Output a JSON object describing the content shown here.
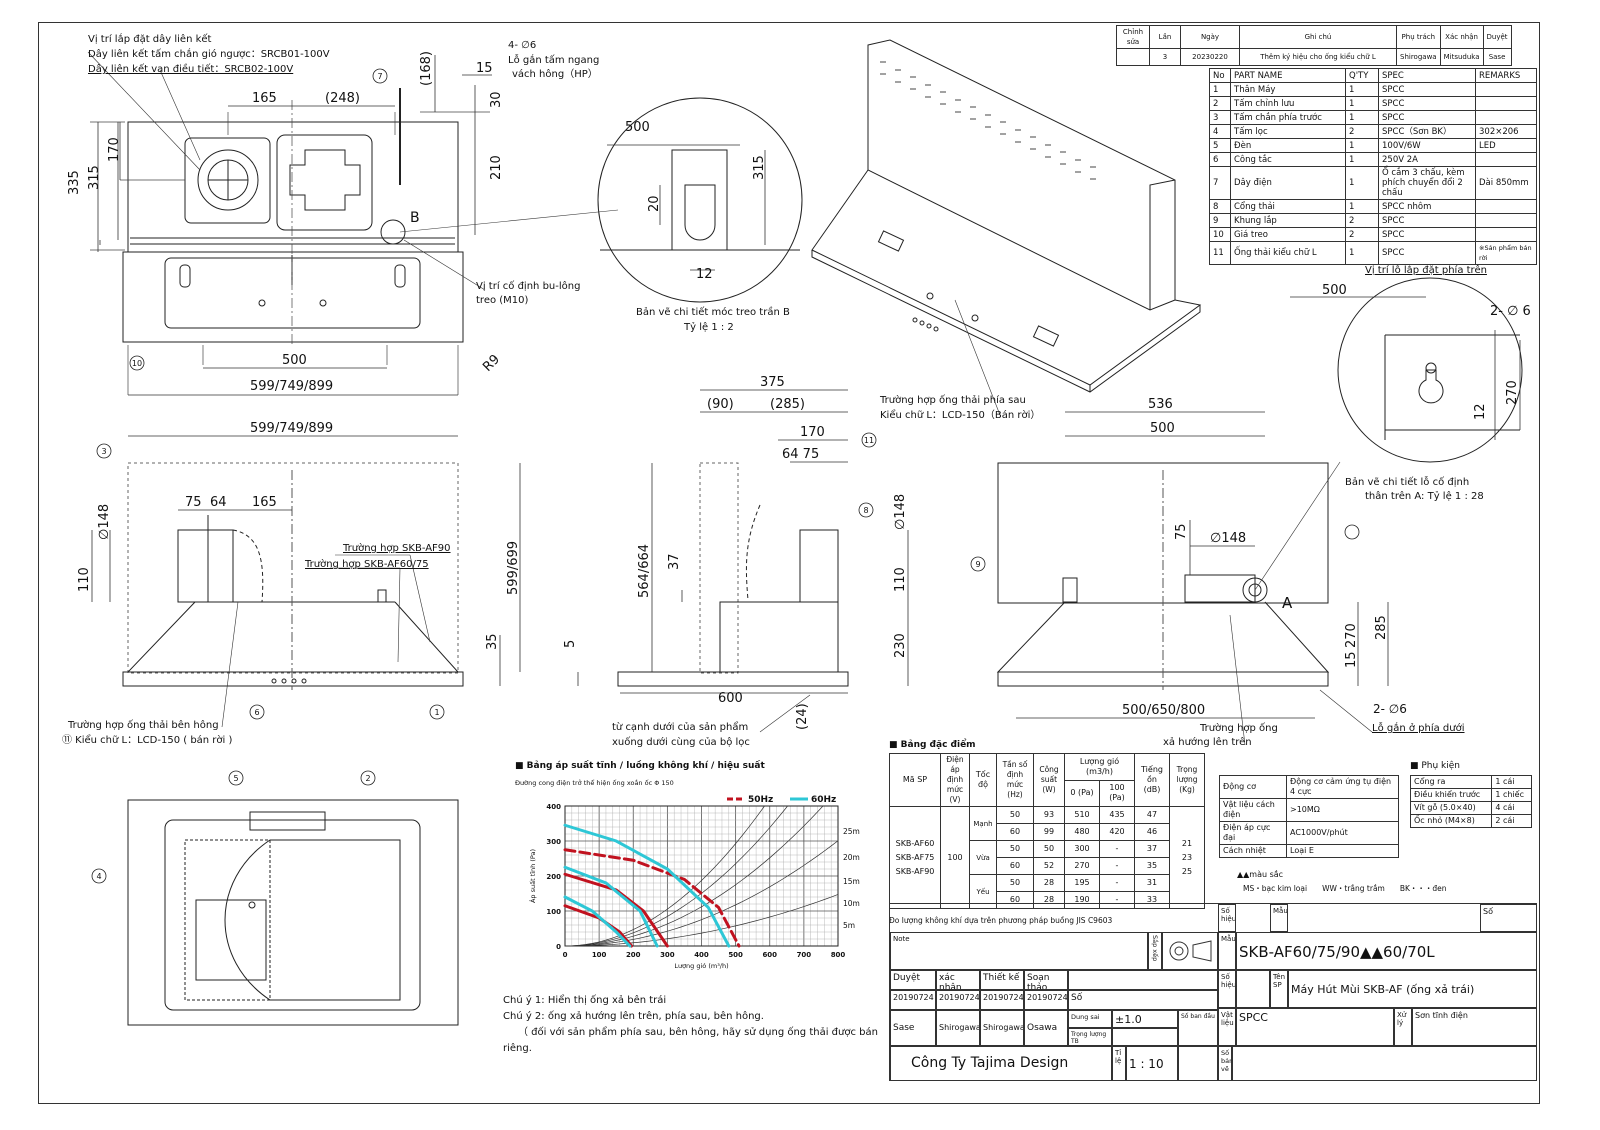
{
  "revision": {
    "headers": [
      "Chỉnh sửa",
      "Lần",
      "Ngày",
      "Ghi chú",
      "Phụ trách",
      "Xác nhận",
      "Duyệt"
    ],
    "row": [
      "",
      "3",
      "20230220",
      "Thêm ký hiệu cho ống kiểu chữ L",
      "Shirogawa",
      "Mitsuduka",
      "Sase"
    ]
  },
  "parts": {
    "headers": [
      "No",
      "PART NAME",
      "Q'TY",
      "SPEC",
      "REMARKS"
    ],
    "rows": [
      [
        "1",
        "Thân Máy",
        "1",
        "SPCC",
        ""
      ],
      [
        "2",
        "Tấm chỉnh lưu",
        "1",
        "SPCC",
        ""
      ],
      [
        "3",
        "Tấm chắn phía trước",
        "1",
        "SPCC",
        ""
      ],
      [
        "4",
        "Tấm lọc",
        "2",
        "SPCC（Sơn BK）",
        "302×206"
      ],
      [
        "5",
        "Đèn",
        "1",
        "100V/6W",
        "LED"
      ],
      [
        "6",
        "Công tắc",
        "1",
        "250V 2A",
        ""
      ],
      [
        "7",
        "Dây điện",
        "1",
        "Ổ cắm 3 chấu, kèm phích chuyển đổi 2 chấu",
        "Dài 850mm"
      ],
      [
        "8",
        "Cổng thải",
        "1",
        "SPCC nhôm",
        ""
      ],
      [
        "9",
        "Khung lắp",
        "2",
        "SPCC",
        ""
      ],
      [
        "10",
        "Giá treo",
        "2",
        "SPCC",
        ""
      ],
      [
        "11",
        "Ống thải kiểu chữ L",
        "1",
        "SPCC",
        "※Sản phẩm bán rời"
      ]
    ]
  },
  "notes": {
    "wire_title": "Vị trí lắp đặt dây liên kết",
    "wire_1": "Dây liên kết tấm chắn gió ngược：SRCB01-100V",
    "wire_2": "Dây liên kết van điều tiết：SRCB02-100V",
    "hole_qty": "4- ∅6",
    "hole_1": "Lỗ gắn tấm ngang",
    "hole_2": "vách hông（HP）",
    "bolt_1": "Vị trí cố định bu-lông",
    "bolt_2": "treo (M10)",
    "detailB_1": "Bản vẽ chi tiết móc treo trần B",
    "detailB_2": "Tỷ lệ 1 : 2",
    "rear_1": "Trường hợp ống thải phía sau",
    "rear_2": "Kiểu chữ L：LCD-150（Bán rời）",
    "top_hole": "Vị trí lỗ lắp đặt phía trên",
    "detailA_1": "Bản vẽ chi tiết lỗ cố định",
    "detailA_2": "thân trên A: Tỷ lệ 1 : 28",
    "case90": "Trường hợp SKB-AF90",
    "case6075": "Trường hợp SKB-AF60/75",
    "side_1": "Trường hợp ống thải bên hông",
    "side_2": "⑪ Kiểu chữ L：LCD-150 ( bán rời )",
    "bottom_1": "từ cạnh dưới của sản phẩm",
    "bottom_2": "xuống dưới cùng của bộ lọc",
    "up_1": "Trường hợp ống",
    "up_2": "xả hướng lên trên",
    "low_hole_qty": "2- ∅6",
    "low_hole": "Lỗ gắn ở phía dưới",
    "note1": "Chú ý 1: Hiển thị ống xả bên trái",
    "note2": "Chú ý 2: ống xả hướng lên trên, phía sau, bên hông.",
    "note3": "（ đối với sản phẩm phía sau, bên hông, hãy sử dụng ống thải được bán",
    "note4": "riêng."
  },
  "dims": {
    "d165": "165",
    "d248": "(248)",
    "d168": "(168)",
    "d15": "15",
    "d30": "30",
    "d335": "335",
    "d315": "315",
    "d170": "170",
    "d210": "210",
    "d500": "500",
    "d599": "599/749/899",
    "r9": "R9",
    "b": "B",
    "a": "A",
    "d75": "75",
    "d64": "64",
    "d148": "∅148",
    "d110": "110",
    "d599699": "599/699",
    "d35": "35",
    "d375": "375",
    "d90": "(90)",
    "d285": "(285)",
    "d170b": "170",
    "d6475": "64 75",
    "d564": "564/664",
    "d37": "37",
    "d5": "5",
    "d600": "600",
    "d230": "230",
    "d24": "(24)",
    "d536": "536",
    "d75b": "75",
    "d270": "270",
    "d285b": "285",
    "d15b": "15",
    "d500650": "500/650/800",
    "dB500": "500",
    "dB315": "315",
    "dB20": "20",
    "dB12": "12",
    "dA500": "500",
    "dA6": "2- ∅ 6",
    "dA270": "270",
    "dA12": "12"
  },
  "callouts": [
    "1",
    "2",
    "3",
    "4",
    "5",
    "6",
    "7",
    "8",
    "9",
    "10",
    "11"
  ],
  "spec": {
    "title": "■ Bảng đặc điểm",
    "h_model": "Mã SP",
    "h_volt": "Điện áp định mức (V)",
    "h_speed": "Tốc độ",
    "h_freq": "Tần số định mức (Hz)",
    "h_power": "Công suất (W)",
    "h_air": "Lượng gió (m3/h)",
    "h_p0": "0 (Pa)",
    "h_p100": "100 (Pa)",
    "h_noise": "Tiếng ồn (dB)",
    "h_weight": "Trọng lượng (Kg)",
    "models": [
      "SKB-AF60",
      "SKB-AF75",
      "SKB-AF90"
    ],
    "volt": "100",
    "weights": [
      "21",
      "23",
      "25"
    ],
    "speeds": [
      "Mạnh",
      "Vừa",
      "Yếu"
    ],
    "rows": [
      [
        "50",
        "93",
        "510",
        "435",
        "47"
      ],
      [
        "60",
        "99",
        "480",
        "420",
        "46"
      ],
      [
        "50",
        "50",
        "300",
        "-",
        "37"
      ],
      [
        "60",
        "52",
        "270",
        "-",
        "35"
      ],
      [
        "50",
        "28",
        "195",
        "-",
        "31"
      ],
      [
        "60",
        "28",
        "190",
        "-",
        "33"
      ]
    ],
    "footnote": "Đo lượng không khí dựa trên phương pháp buồng JIS C9603"
  },
  "motor": {
    "rows": [
      [
        "Động cơ",
        "Động cơ cảm ứng tụ điện 4 cực"
      ],
      [
        "Vật liệu cách điện",
        ">10MΩ"
      ],
      [
        "Điện áp cực đại",
        "AC1000V/phút"
      ],
      [
        "Cách nhiệt",
        "Loại E"
      ]
    ],
    "color_title": "▲▲màu sắc",
    "colors": "MS・bạc kim loại　　WW・trắng trắm　　BK・・・đen"
  },
  "accessories": {
    "title": "■ Phụ kiện",
    "rows": [
      [
        "Cổng ra",
        "1 cái"
      ],
      [
        "Điều khiển trước",
        "1 chiếc"
      ],
      [
        "Vít gỗ (5.0×40)",
        "4 cái"
      ],
      [
        "Ốc nhỏ (M4×8)",
        "2 cái"
      ]
    ]
  },
  "chart_data": {
    "type": "line",
    "title": "■ Bảng áp suất tĩnh / luồng không khí / hiệu suất",
    "subtitle": "Đường cong điện trở thể hiện ống xoắn ốc Φ 150",
    "xlabel": "Lượng gió (m³/h)",
    "ylabel": "Áp suất tĩnh (Pa)",
    "xlim": [
      0,
      800
    ],
    "ylim": [
      0,
      400
    ],
    "xticks": [
      "0",
      "100",
      "200",
      "300",
      "400",
      "500",
      "600",
      "700",
      "800"
    ],
    "yticks": [
      "0",
      "100",
      "200",
      "300",
      "400"
    ],
    "duct_labels": [
      "25m",
      "20m",
      "15m",
      "10m",
      "5m"
    ],
    "duct_k": [
      0.00117,
      0.00094,
      0.0007,
      0.00047,
      0.00023
    ],
    "series": [
      {
        "name": "50Hz",
        "color": "#c1121f",
        "curves": [
          {
            "x": [
              0,
              200,
              350,
              450,
              510
            ],
            "y": [
              275,
              245,
              190,
              110,
              0
            ]
          },
          {
            "x": [
              0,
              150,
              230,
              300
            ],
            "y": [
              205,
              160,
              100,
              0
            ]
          },
          {
            "x": [
              0,
              100,
              160,
              195
            ],
            "y": [
              115,
              80,
              40,
              0
            ]
          }
        ]
      },
      {
        "name": "60Hz",
        "color": "#2ec7d6",
        "curves": [
          {
            "x": [
              0,
              150,
              300,
              420,
              480
            ],
            "y": [
              345,
              300,
              220,
              110,
              0
            ]
          },
          {
            "x": [
              0,
              120,
              220,
              270
            ],
            "y": [
              225,
              180,
              100,
              0
            ]
          },
          {
            "x": [
              0,
              80,
              150,
              190
            ],
            "y": [
              140,
              100,
              40,
              0
            ]
          }
        ]
      }
    ]
  },
  "titleblock": {
    "note": "Note",
    "arrange": "Sắp xếp",
    "mau": "Mẫu",
    "so_hieu": "Số hiệu",
    "so": "Số",
    "model": "SKB-AF60/75/90▲▲60/70L",
    "duyet": "Duyệt",
    "xac_nhan": "xác nhận",
    "thiet_ke": "Thiết kế",
    "soan_thao": "Soạn thảo",
    "dates": [
      "20190724",
      "20190724",
      "20190724",
      "20190724"
    ],
    "names": [
      "Sase",
      "Shirogawa",
      "Shirogawa",
      "Osawa"
    ],
    "so2": "Số",
    "dung_sai": "Dung sai",
    "tolerance": "±1.0",
    "so_ban_dau": "Số ban đầu",
    "trong_luong": "Trọng lượng TB",
    "ten_sp": "Tên SP",
    "product": "Máy Hút Mùi  SKB-AF (ống xả trái)",
    "vat_lieu": "Vật liệu",
    "material": "SPCC",
    "xu_ly": "Xử lý",
    "finish": "Sơn tĩnh điện",
    "company": "Công Ty Tajima Design",
    "ti_le": "Tỉ lệ",
    "scale": "1 : 10",
    "so_ban_ve": "Số bản vẽ"
  }
}
